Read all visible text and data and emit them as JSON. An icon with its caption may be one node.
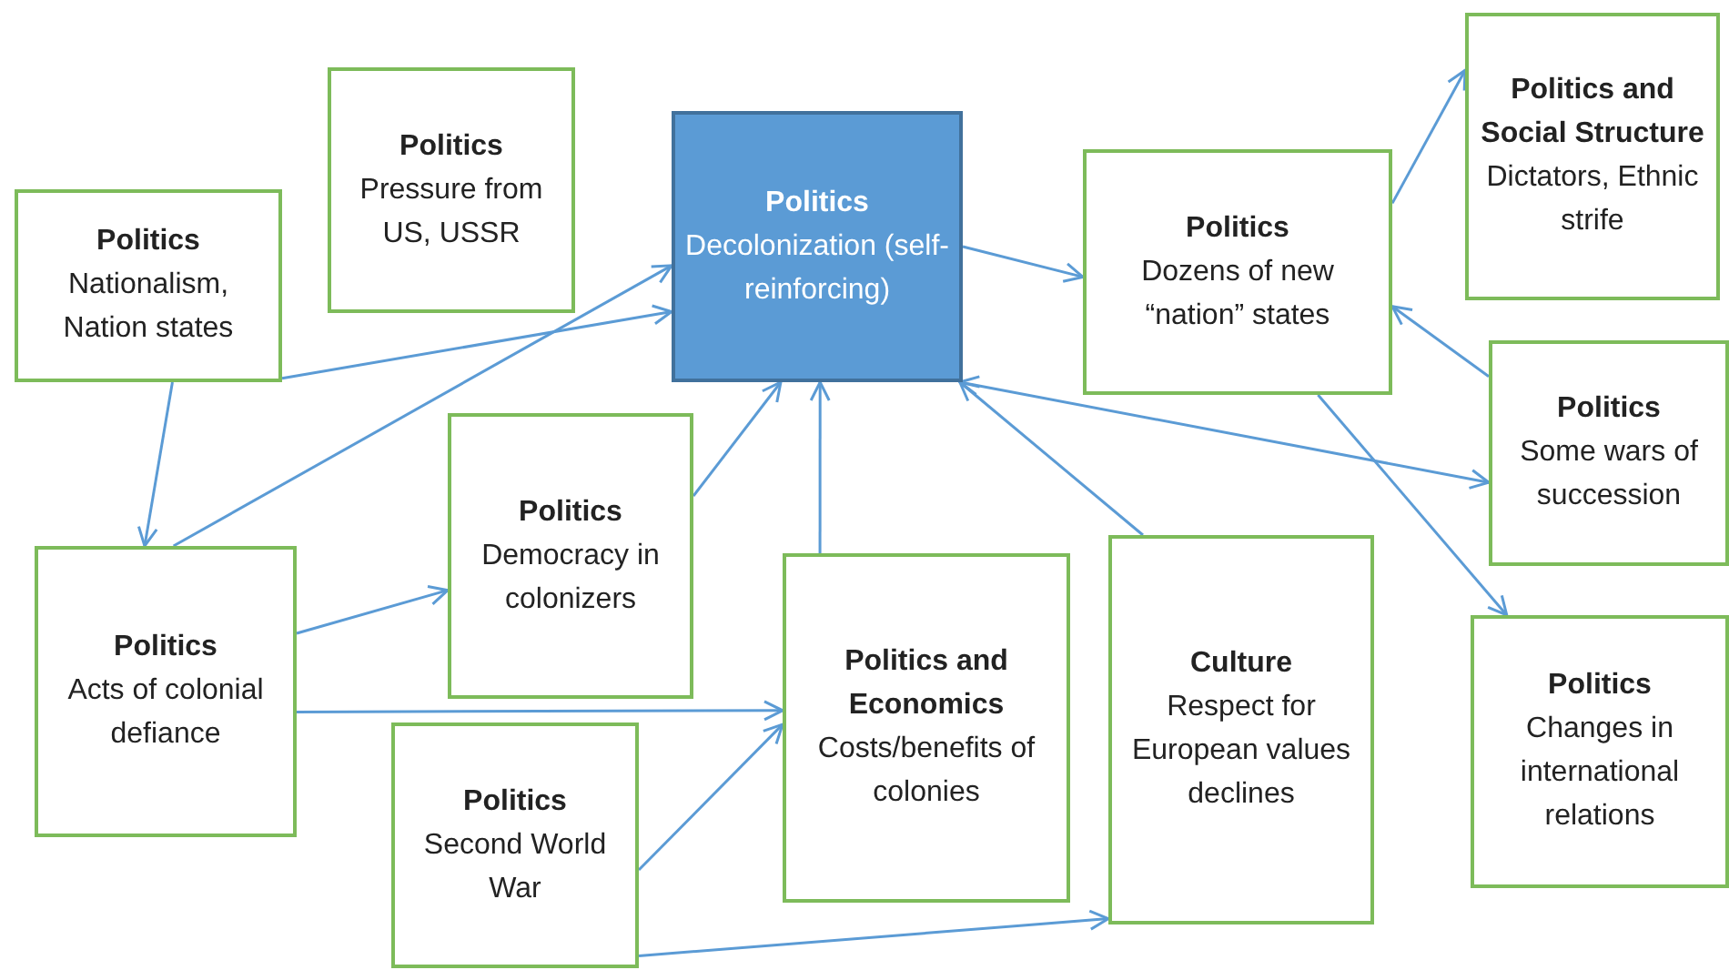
{
  "diagram": {
    "nodes": [
      {
        "text": [
          "Politics",
          "Pressure from US, USSR"
        ]
      },
      {
        "text": [
          "Politics",
          "Nationalism, Nation states"
        ]
      },
      {
        "text": [
          "Politics",
          "Decolonization (self-reinforcing)"
        ]
      },
      {
        "text": [
          "Politics",
          "Dozens of new “nation” states"
        ]
      },
      {
        "text": [
          "Politics and Social Structure",
          "Dictators, Ethnic strife"
        ]
      },
      {
        "text": [
          "Politics",
          "Acts of colonial defiance"
        ]
      },
      {
        "text": [
          "Politics",
          "Democracy in colonizers"
        ]
      },
      {
        "text": [
          "Politics",
          "Some wars of succession"
        ]
      },
      {
        "text": [
          "Politics and Economics",
          "Costs/benefits of colonies"
        ]
      },
      {
        "text": [
          "Culture",
          "Respect for European values declines"
        ]
      },
      {
        "text": [
          "Politics",
          "Changes in international relations"
        ]
      },
      {
        "text": [
          "Politics",
          "Second World War"
        ]
      }
    ],
    "edges": [
      {
        "from": 1,
        "to": 2,
        "arrow": "to"
      },
      {
        "from": 1,
        "to": 5,
        "arrow": "to"
      },
      {
        "from": 5,
        "to": 2,
        "arrow": "to"
      },
      {
        "from": 5,
        "to": 6,
        "arrow": "to"
      },
      {
        "from": 5,
        "to": 8,
        "arrow": "to"
      },
      {
        "from": 6,
        "to": 2,
        "arrow": "to"
      },
      {
        "from": 8,
        "to": 2,
        "arrow": "to"
      },
      {
        "from": 9,
        "to": 2,
        "arrow": "to"
      },
      {
        "from": 11,
        "to": 8,
        "arrow": "to"
      },
      {
        "from": 11,
        "to": 9,
        "arrow": "to"
      },
      {
        "from": 2,
        "to": 3,
        "arrow": "to"
      },
      {
        "from": 3,
        "to": 4,
        "arrow": "to"
      },
      {
        "from": 7,
        "to": 3,
        "arrow": "to"
      },
      {
        "from": 2,
        "to": 7,
        "arrow": "both"
      },
      {
        "from": 3,
        "to": 10,
        "arrow": "to"
      }
    ]
  }
}
